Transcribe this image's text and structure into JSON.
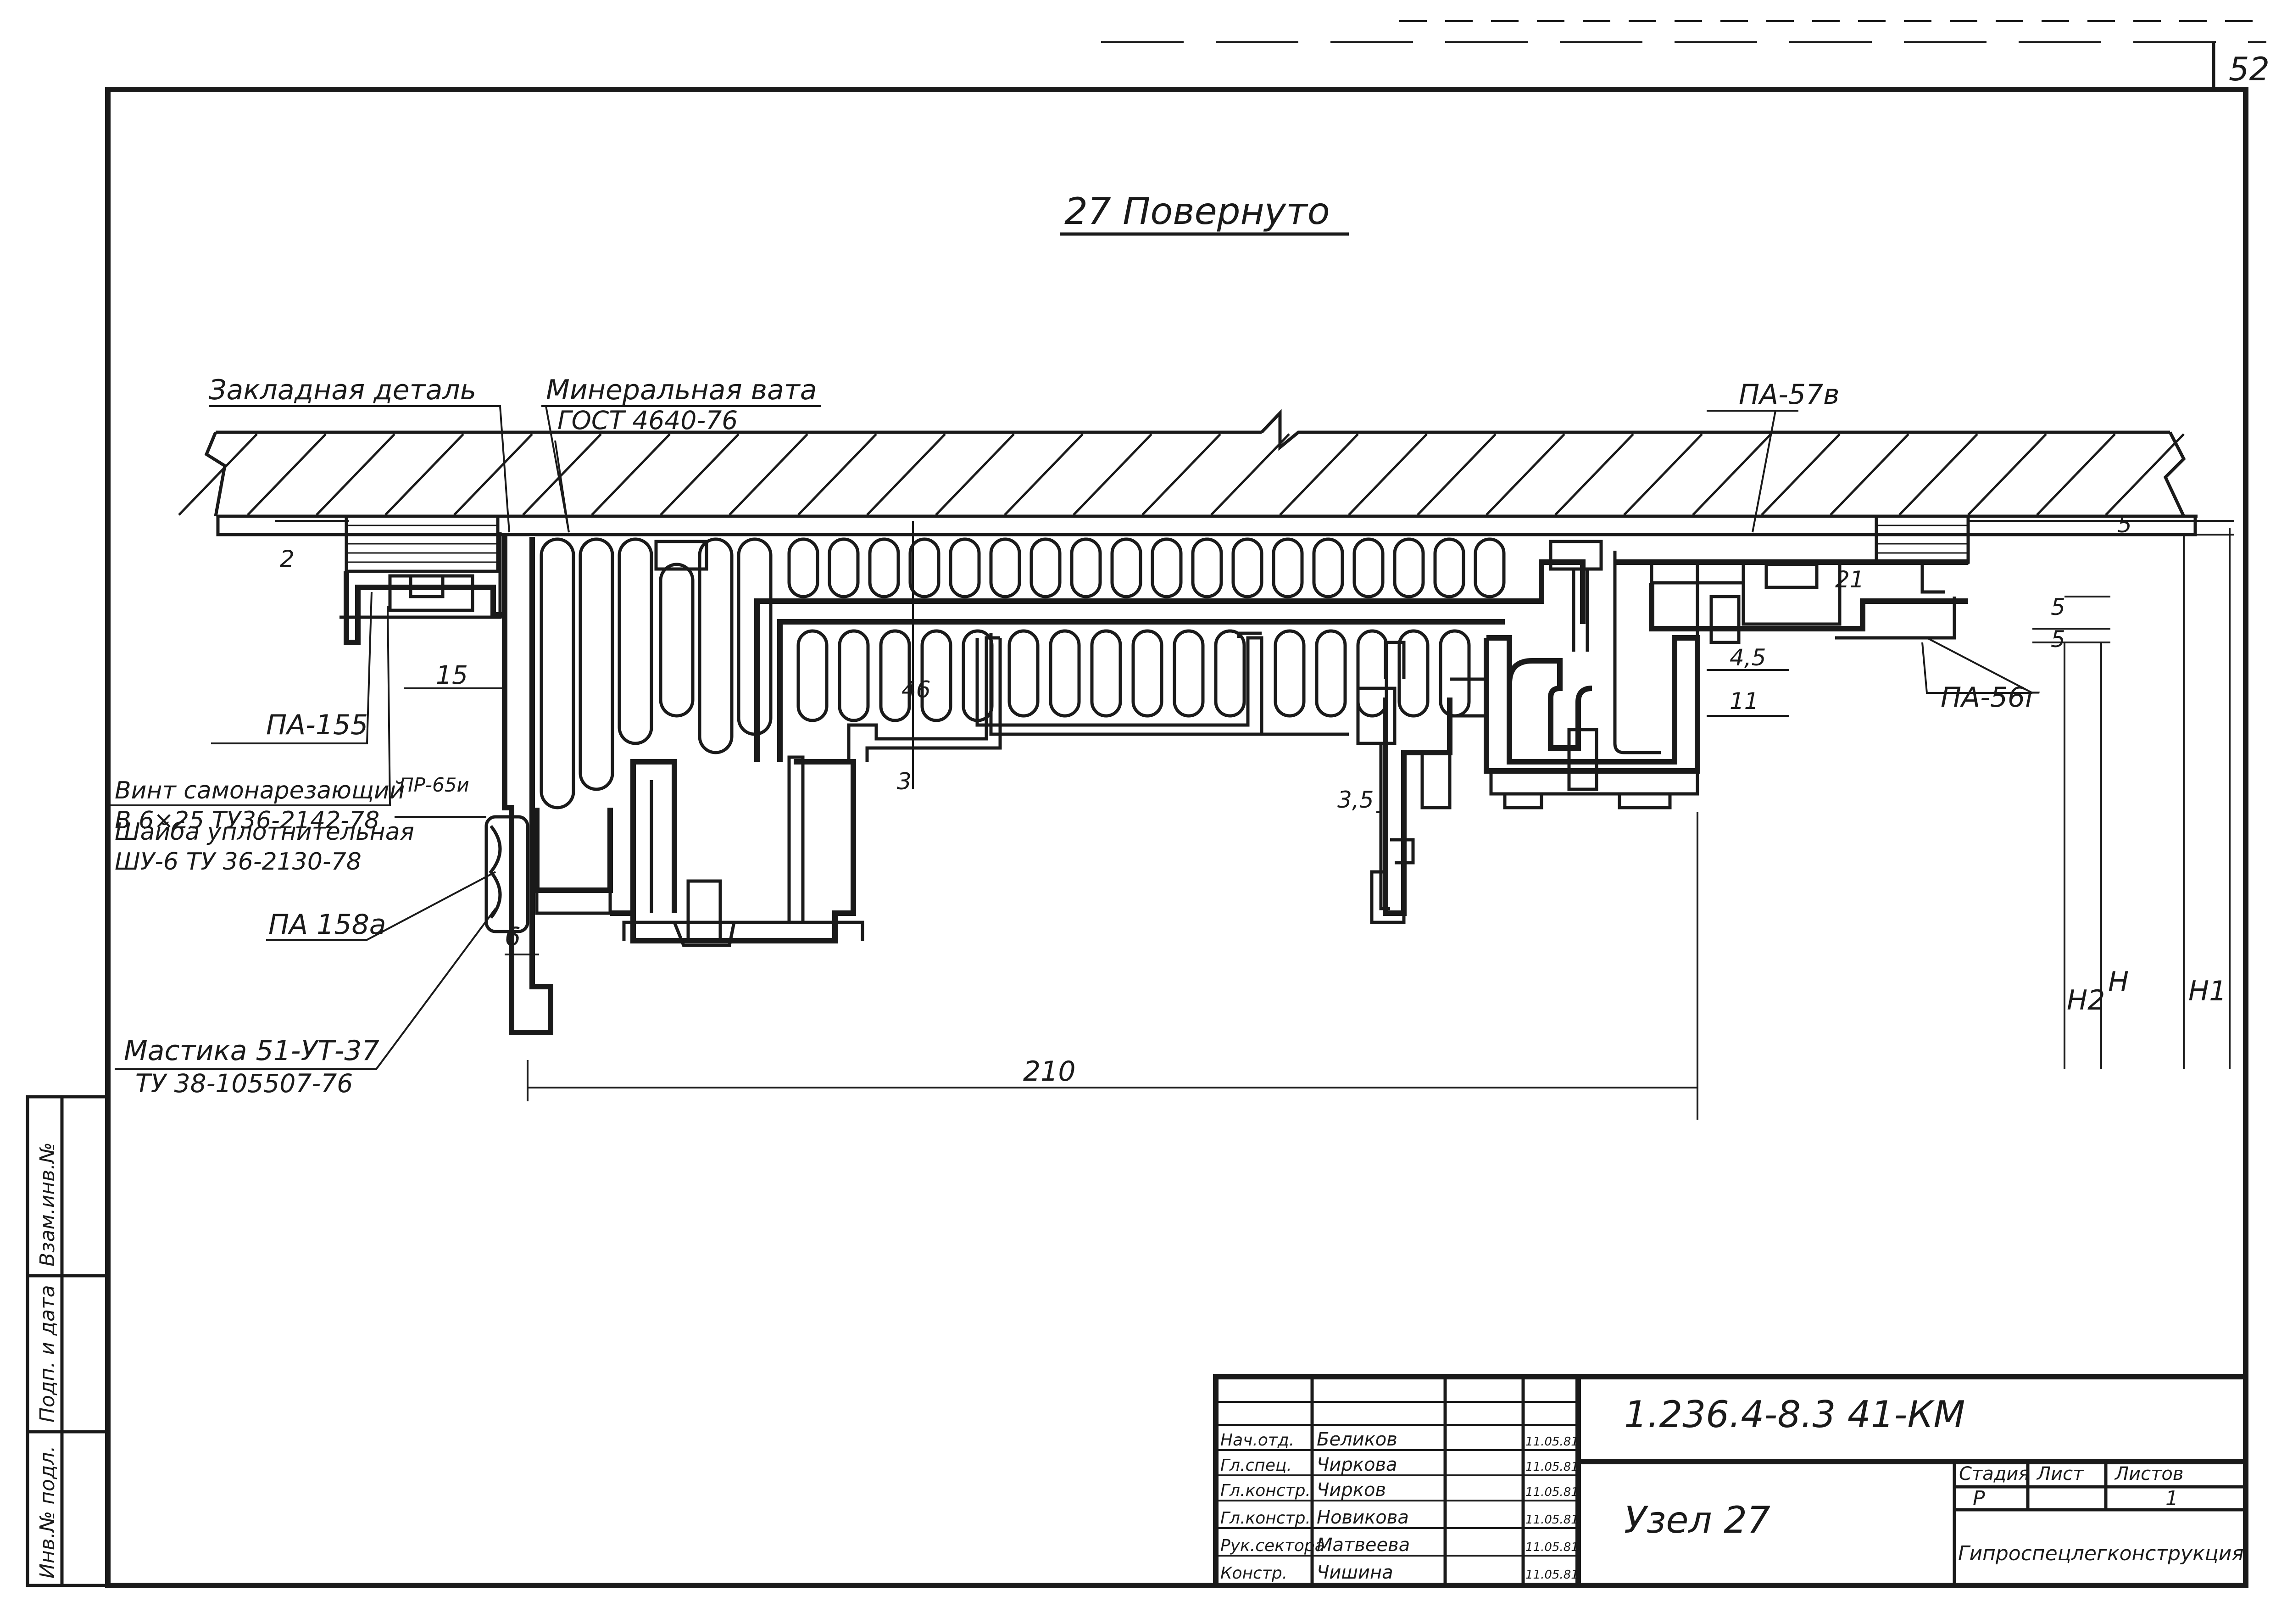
{
  "sheet_number": "52",
  "title": "27 Повернуто",
  "labels": {
    "zakladnaya": "Закладная деталь",
    "vata": "Минеральная вата",
    "vata_gost": "ГОСТ 4640-76",
    "pa57v": "ПА-57в",
    "pa155": "ПА-155",
    "pa56g": "ПА-56г",
    "vint1": "Винт самонарезающий",
    "vint2": "В 6×25 ТУ36-2142-78",
    "shaiba1": "Шайба уплотнительная",
    "shaiba2": "ШУ-6  ТУ 36-2130-78",
    "pr65": "ПР-65и",
    "pa158": "ПА 158а",
    "mastika1": "Мастика 51-УТ-37",
    "mastika2": "ТУ 38-105507-76"
  },
  "dimensions": {
    "d2": "2",
    "d15": "15",
    "d46": "46",
    "d3": "3",
    "d35": "3,5",
    "d6": "6",
    "d210": "210",
    "d5a": "5",
    "d5b": "5",
    "d5c": "5",
    "d21": "21",
    "d45": "4,5",
    "d11": "11",
    "H2": "H2",
    "H": "H",
    "H1": "H1"
  },
  "side_stamp": {
    "inv_podl": "Инв.№ подл.",
    "podp_data": "Подп. и дата",
    "vzam_inv": "Взам.инв.№"
  },
  "title_block": {
    "code": "1.236.4-8.3 41-КМ",
    "name": "Узел 27",
    "stage_header": "Стадия",
    "sheet_header": "Лист",
    "sheets_header": "Листов",
    "stage": "Р",
    "sheets": "1",
    "org": "Гипроспецлегконструкция",
    "rows": [
      {
        "role": "Нач.отд.",
        "name": "Беликов",
        "date": "11.05.81"
      },
      {
        "role": "Гл.спец.",
        "name": "Чиркова",
        "date": "11.05.81"
      },
      {
        "role": "Гл.констр.",
        "name": "Чирков",
        "date": "11.05.81"
      },
      {
        "role": "Гл.констр.",
        "name": "Новикова",
        "date": "11.05.81"
      },
      {
        "role": "Рук.сектора",
        "name": "Матвеева",
        "date": "11.05.81"
      },
      {
        "role": "Констр.",
        "name": "Чишина",
        "date": "11.05.81"
      }
    ]
  }
}
